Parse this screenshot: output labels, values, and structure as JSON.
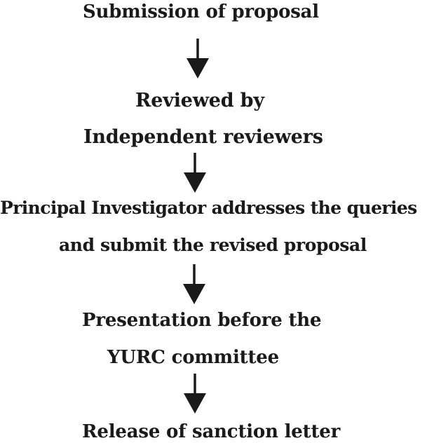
{
  "flowchart": {
    "steps": [
      {
        "lines": [
          "Submission of proposal"
        ]
      },
      {
        "lines": [
          "Reviewed by",
          "Independent reviewers"
        ]
      },
      {
        "lines": [
          "Principal Investigator addresses the queries",
          "and submit the revised proposal"
        ]
      },
      {
        "lines": [
          "Presentation before the",
          "YURC committee"
        ]
      },
      {
        "lines": [
          "Release of sanction letter"
        ]
      }
    ],
    "arrow_count": 4,
    "colors": {
      "text": "#1a1a1a",
      "arrow": "#1a1a1a",
      "background": "#ffffff"
    }
  }
}
